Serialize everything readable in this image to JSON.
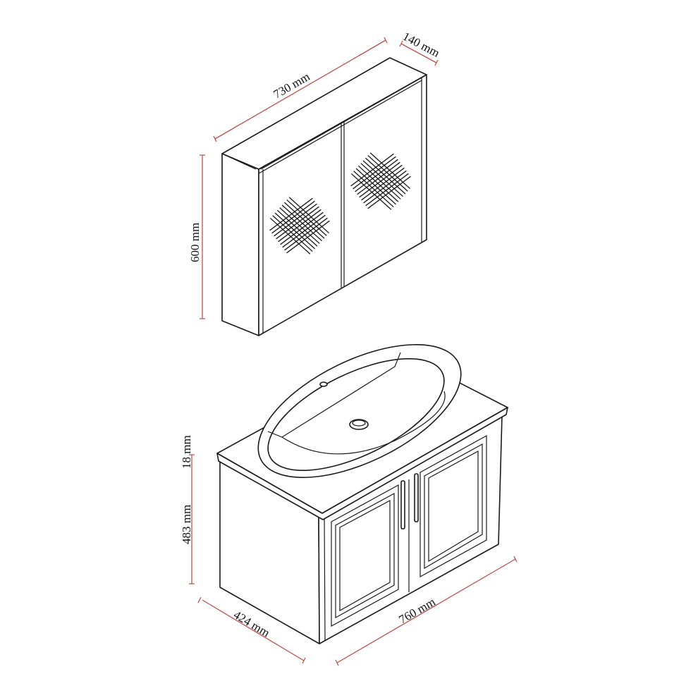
{
  "title": "Bathroom mirror cabinet and vanity unit dimensions",
  "colors": {
    "dimension_line": "#c0504d",
    "outline": "#1a1a1a"
  },
  "mirror_cabinet": {
    "width_label": "730 mm",
    "depth_label": "140 mm",
    "height_label": "600 mm"
  },
  "vanity": {
    "countertop_label": "18 mm",
    "height_label": "483 mm",
    "depth_label": "424 mm",
    "width_label": "760 mm"
  }
}
